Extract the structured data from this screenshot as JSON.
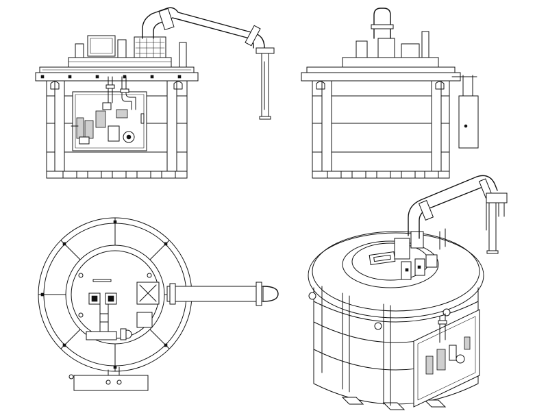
{
  "drawing": {
    "views": [
      {
        "id": "front-elevation"
      },
      {
        "id": "rear-elevation"
      },
      {
        "id": "plan-view"
      },
      {
        "id": "isometric-view"
      }
    ],
    "colors": {
      "line": "#111111",
      "background": "#ffffff"
    }
  }
}
